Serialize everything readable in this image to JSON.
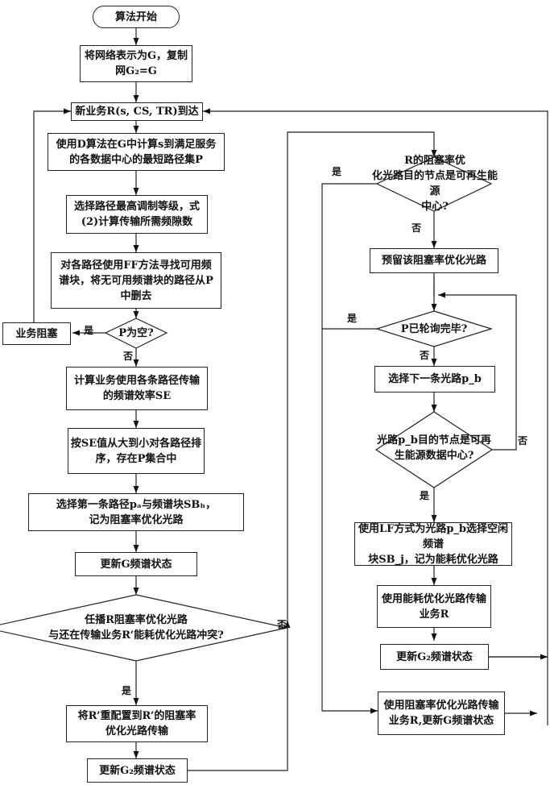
{
  "nodes": {
    "start": "算法开始",
    "n1": "将网络表示为G，复制\n网G₂=G",
    "n2": "新业务R(s, CS, TR)到达",
    "n3": "使用D算法在G中计算s到满足服务\n的各数据中心的最短路径集P",
    "n4": "选择路径最高调制等级，式\n(2)计算传输所需频隙数",
    "n5": "对各路径使用FF方法寻找可用频\n谱块，将无可用频谱块的路径从P\n中删去",
    "d1": "P为空?",
    "block": "业务阻塞",
    "n6": "计算业务使用各条路径传输\n的频谱效率SE",
    "n7": "按SE值从大到小对各路径排\n序，存在P集合中",
    "n8": "选择第一条路径pₐ与频谱块SBₕ，\n记为阻塞率优化光路",
    "n9": "更新G频谱状态",
    "d2": "任播R阻塞率优化光路\n与还在传输业务R’能耗优化光路冲突?",
    "n10": "将R’重配置到R’的阻塞率\n优化光路传输",
    "n11": "更新G₂频谱状态",
    "d3": "R的阻塞率优\n化光路目的节点是可再生能源\n中心?",
    "r1": "预留该阻塞率优化光路",
    "d4": "P已轮询完毕?",
    "r2": "选择下一条光路p_b",
    "d5": "光路p_b目的节点是可再\n生能源数据中心?",
    "r3": "使用LF方式为光路p_b选择空闲频谱\n块SB_j，记为能耗优化光路",
    "r4": "使用能耗优化光路传输\n业务R",
    "r5": "更新G₂频谱状态",
    "r6": "使用阻塞率优化光路传输\n业务R,更新G频谱状态"
  },
  "labels": {
    "yes_d1": "是",
    "no_d1": "否",
    "no_d2": "否",
    "yes_d2": "是",
    "yes_d3": "是",
    "no_d3": "否",
    "yes_d4": "是",
    "no_d4": "否",
    "yes_d5": "是",
    "no_d5": "否"
  }
}
